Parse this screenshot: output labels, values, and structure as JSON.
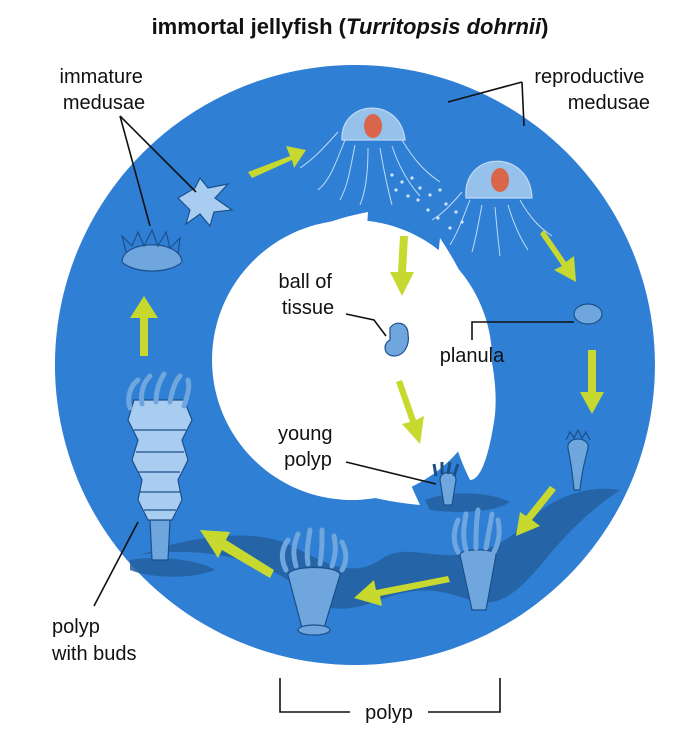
{
  "title": {
    "main": "immortal jellyfish (",
    "italic": "Turritopsis dohrnii",
    "close": ")"
  },
  "labels": {
    "immature_medusae": [
      "immature",
      "medusae"
    ],
    "reproductive_medusae": [
      "reproductive",
      "medusae"
    ],
    "ball_of_tissue": [
      "ball of",
      "tissue"
    ],
    "planula": "planula",
    "young_polyp": [
      "young",
      "polyp"
    ],
    "polyp_with_buds": [
      "polyp",
      "with buds"
    ],
    "polyp": "polyp"
  },
  "colors": {
    "ring": "#2f7fd4",
    "ring_shadow": "#23609f",
    "arrow": "#c7d92f",
    "organism": "#6fa6dd",
    "organism_light": "#a9cdf0",
    "gonad": "#d9664a",
    "background": "#ffffff"
  }
}
